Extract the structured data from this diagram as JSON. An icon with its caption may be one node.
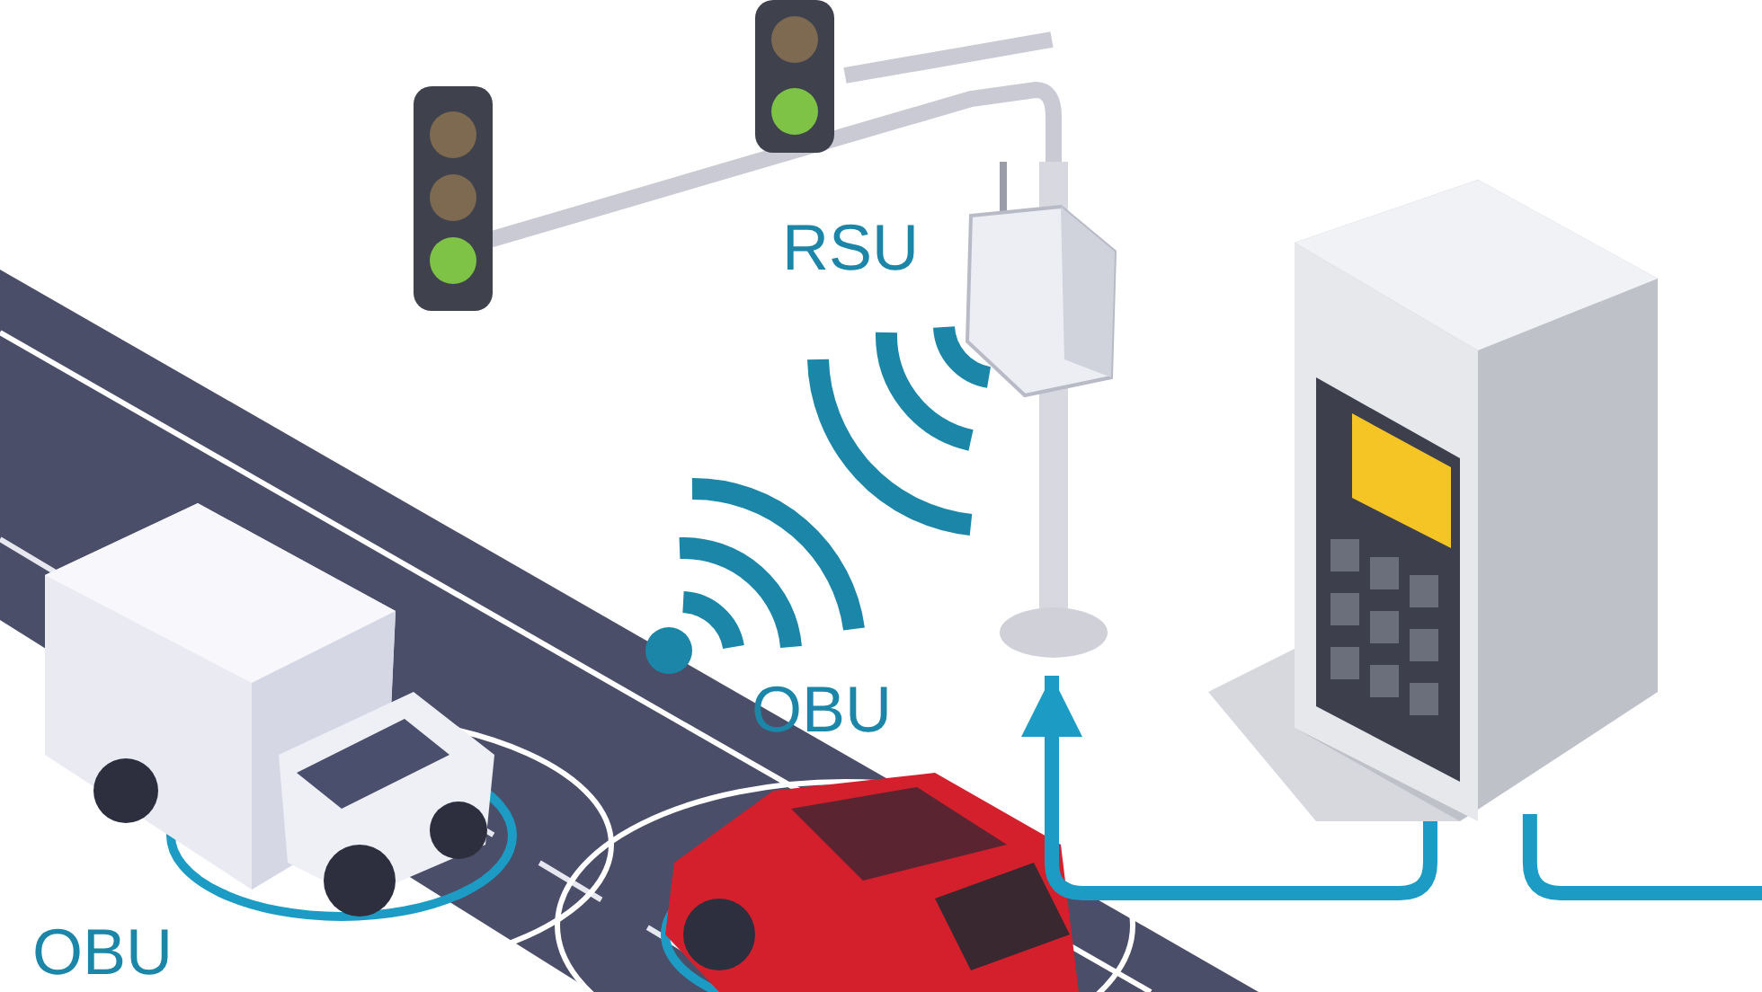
{
  "diagram": {
    "nodes": [
      {
        "text": [],
        "shape": "picture",
        "beside": [
          "RSU"
        ]
      },
      {
        "text": [],
        "shape": "picture"
      }
    ],
    "edges": [
      {
        "from": 1,
        "to": 0,
        "arrow": "to"
      },
      {
        "from": 1,
        "to": null,
        "arrow": "none"
      }
    ],
    "labels": [
      "OBU",
      "OBU"
    ]
  }
}
